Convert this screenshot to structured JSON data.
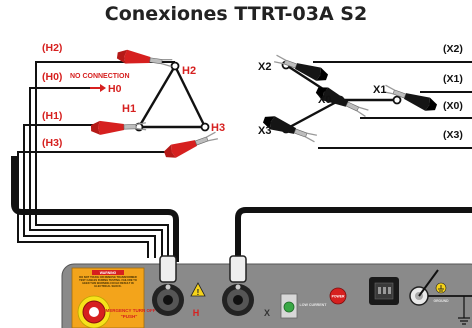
{
  "title": "Conexiones TTRT-03A S2",
  "primary": {
    "lead_labels": [
      "(H2)",
      "(H0)",
      "(H1)",
      "(H3)"
    ],
    "no_connection_note": "NO CONNECTION",
    "h0_arrow_label": "H0",
    "terminals": [
      "H2",
      "H1",
      "H3"
    ]
  },
  "secondary": {
    "terminals": [
      "X2",
      "X0",
      "X1",
      "X3"
    ],
    "lead_labels": [
      "(X2)",
      "(X1)",
      "(X0)",
      "(X3)"
    ]
  },
  "panel": {
    "warning_title": "WARNING",
    "warning_text": "DO NOT TOUCH OR REMOVE TRANSFORMER TEST CABLES DURING TESTING. FAILURE TO HEED THIS WARNING COULD RESULT IN ELECTRICAL SHOCK.",
    "emergency_label": "EMERGENCY TURN OFF",
    "emergency_sub": "\"PUSH\"",
    "h_label": "H",
    "x_label": "X",
    "low_current_label": "LOW CURRENT",
    "power_label": "POWER",
    "ground_label": "GROUND",
    "colors": {
      "panel": "#8a8a8a",
      "red": "#d6201f",
      "orange": "#f3a41b",
      "green": "#39a845",
      "cable": "#111111"
    }
  }
}
